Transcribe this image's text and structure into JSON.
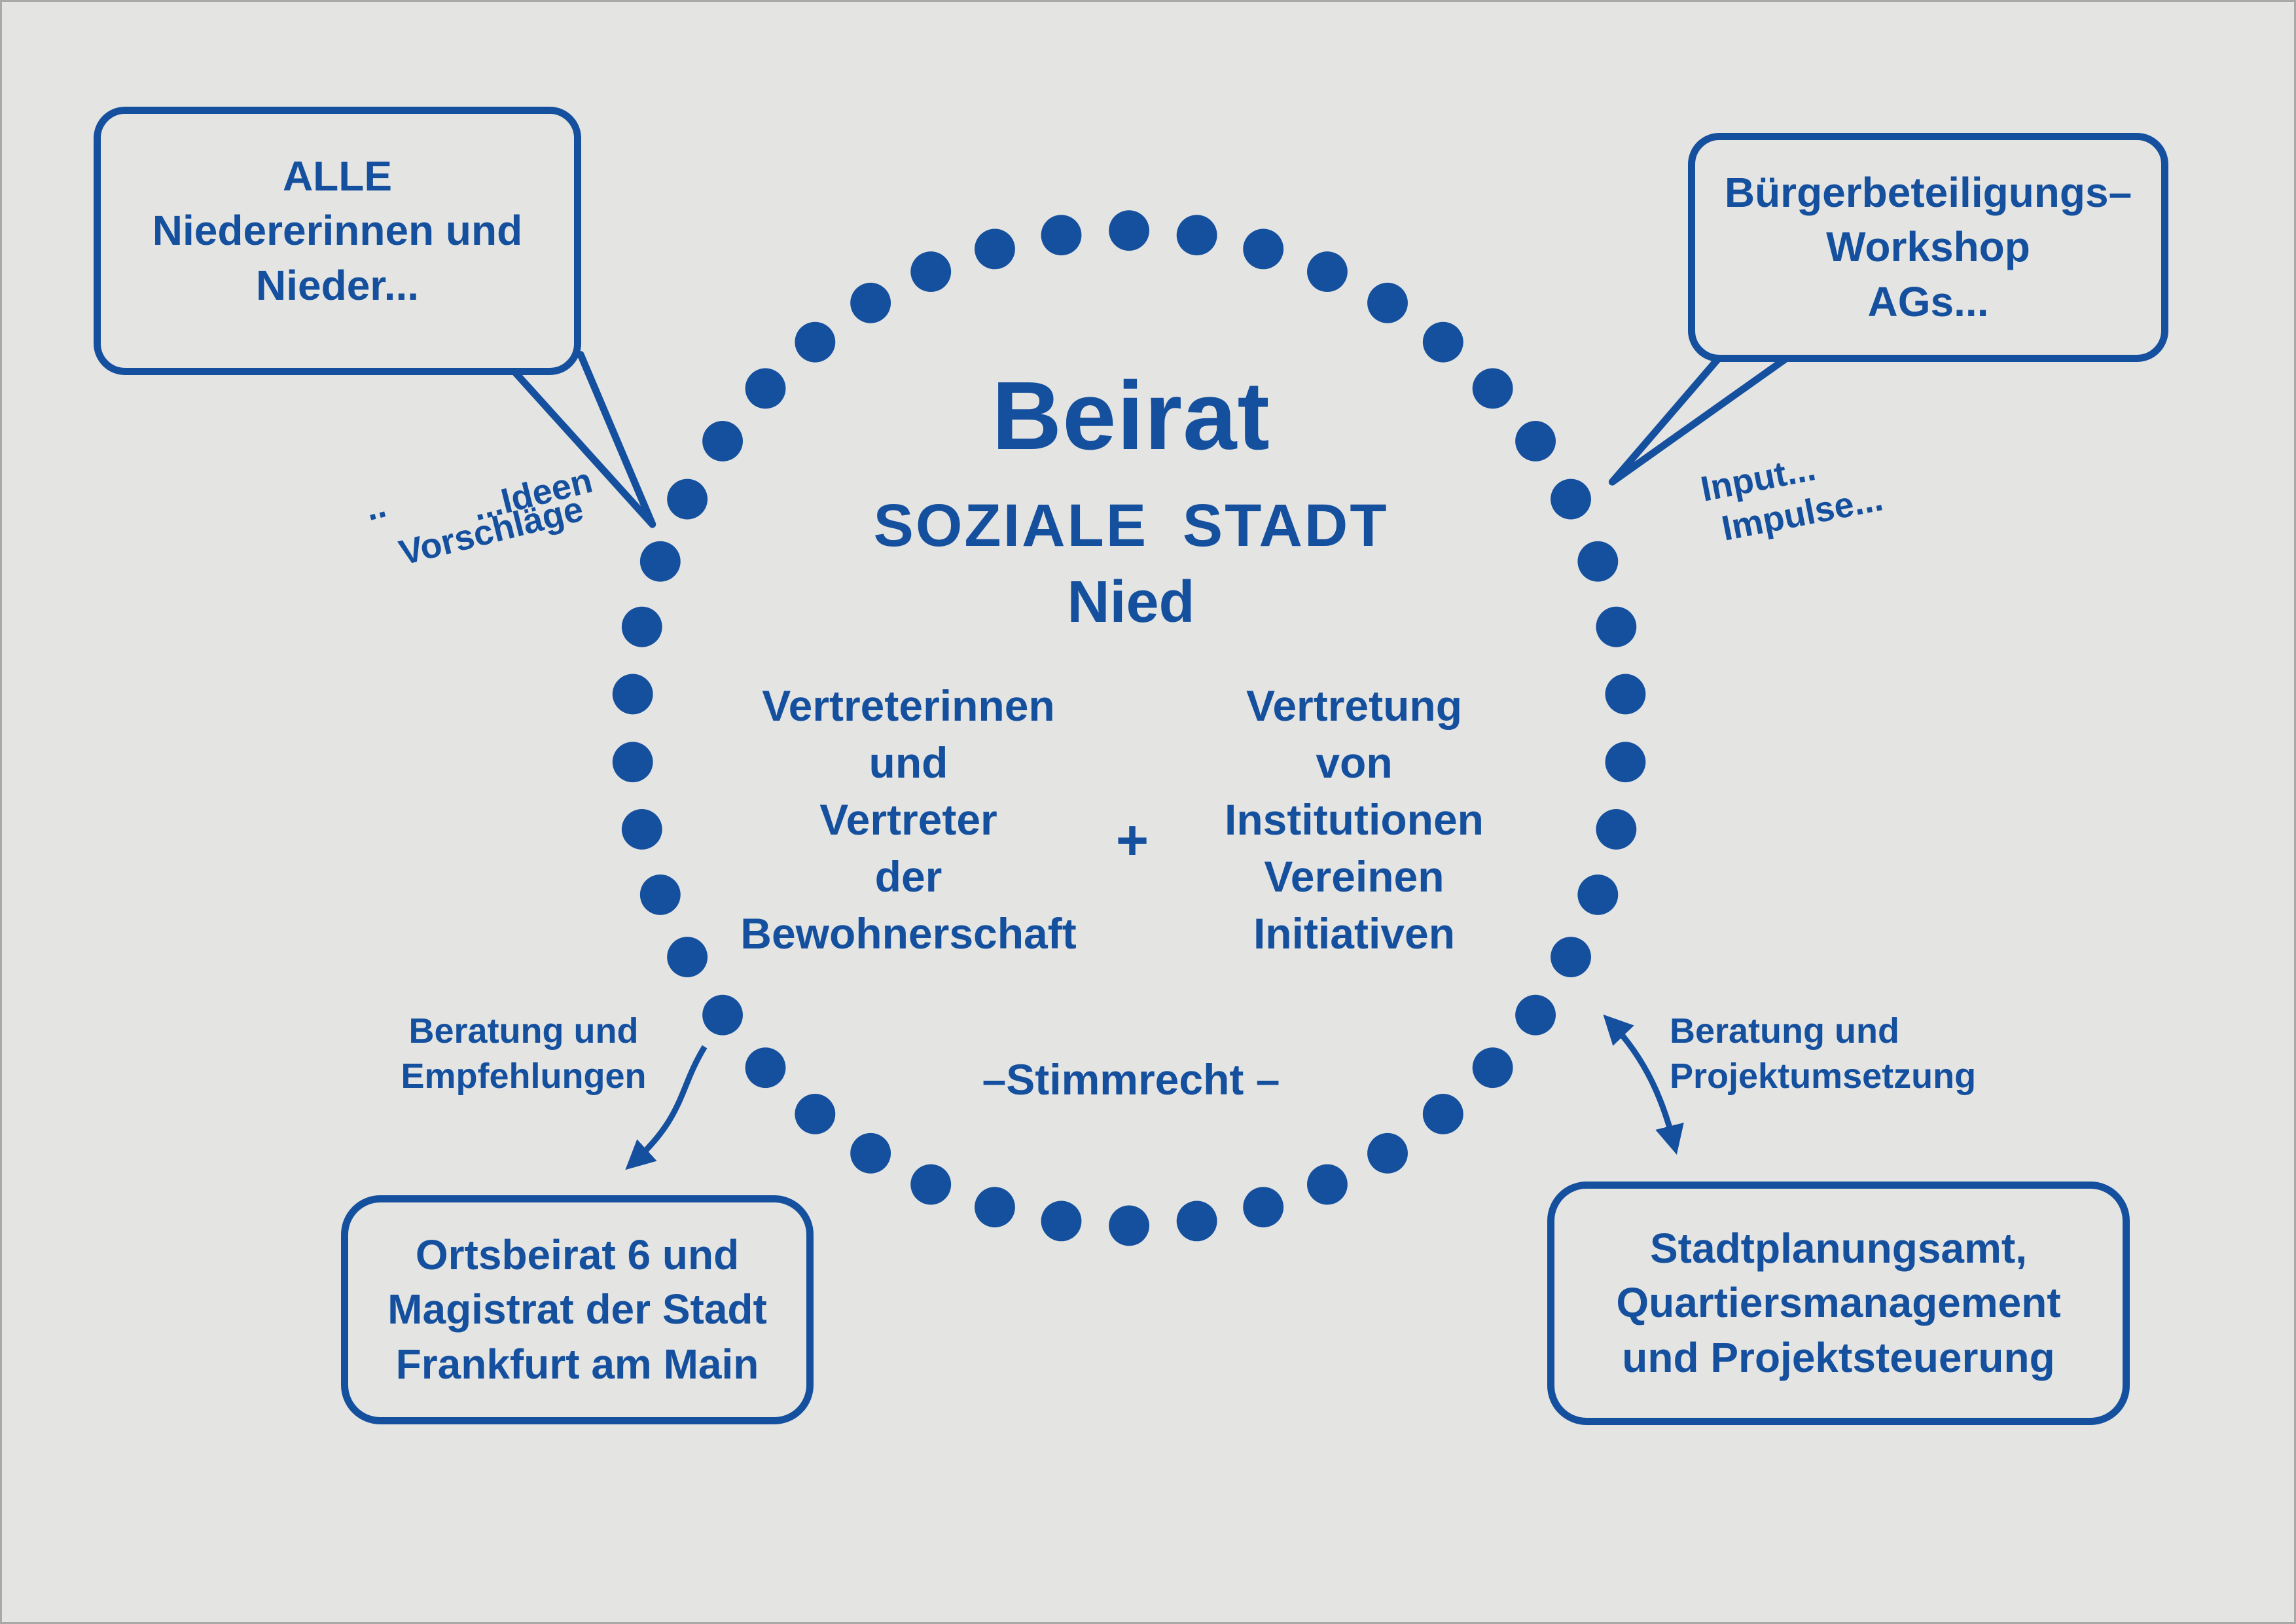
{
  "page": {
    "bg": "#e4e4e2",
    "accent": "#15509f"
  },
  "circle": {
    "title": "Beirat",
    "subtitle1": "SOZIALE STADT",
    "subtitle2": "Nied",
    "left_column": {
      "lines": [
        "Vertreterinnen",
        "und",
        "Vertreter",
        "der",
        "Bewohnerschaft"
      ]
    },
    "plus": "+",
    "right_column": {
      "lines": [
        "Vertretung",
        "von",
        "Institutionen",
        "Vereinen",
        "Initiativen"
      ]
    },
    "bottom_note": "–Stimmrecht –"
  },
  "bubbles": {
    "top_left": {
      "lines": [
        "ALLE",
        "Niedererinnen und",
        "Nieder..."
      ]
    },
    "top_right": {
      "lines": [
        "Bürgerbeteiligungs–",
        "Workshop",
        "AGs..."
      ]
    },
    "bottom_left": {
      "lines": [
        "Ortsbeirat 6 und",
        "Magistrat der Stadt",
        "Frankfurt am Main"
      ]
    },
    "bottom_right": {
      "lines": [
        "Stadtplanungsamt,",
        "Quartiersmanagement",
        "und Projektsteuerung"
      ]
    }
  },
  "annotations": {
    "ideen": {
      "prefix": "..",
      "line1": "...Ideen",
      "line2": "Vorschläge"
    },
    "input": {
      "line1": "Input...",
      "line2": "Impulse..."
    },
    "beratung_links": {
      "line1": "Beratung und",
      "line2": "Empfehlungen"
    },
    "beratung_rechts": {
      "line1": "Beratung und",
      "line2": "Projektumsetzung"
    }
  }
}
